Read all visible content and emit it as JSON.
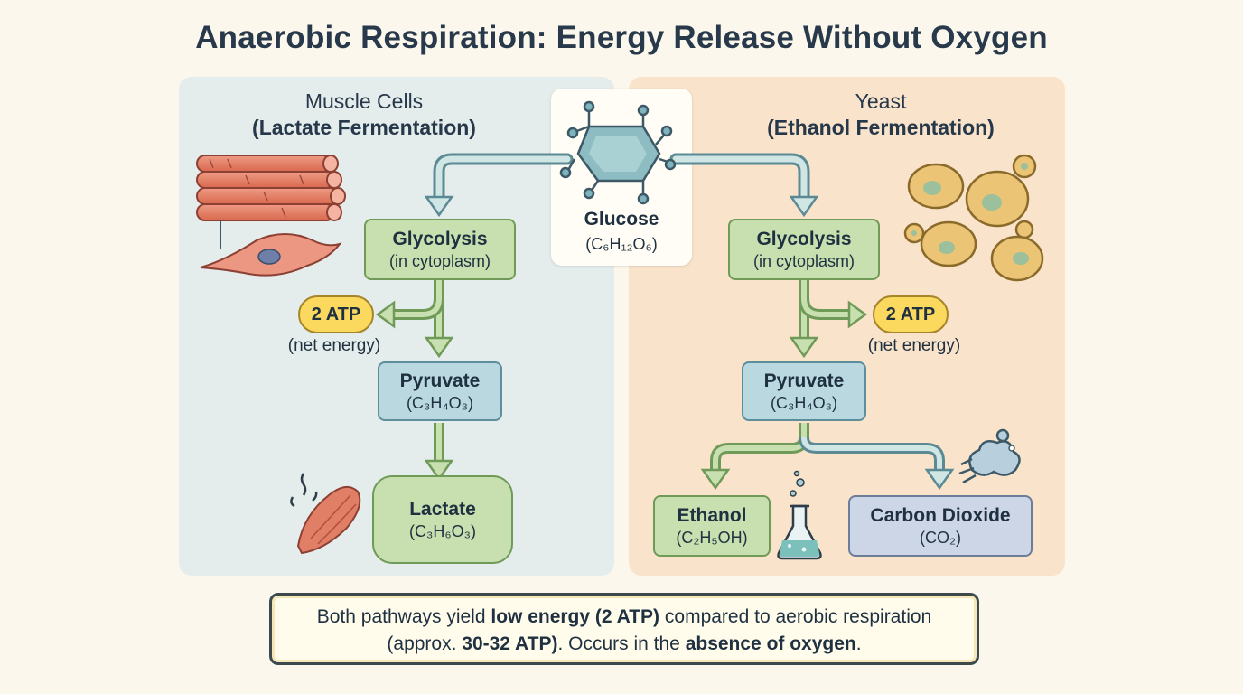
{
  "title": "Anaerobic Respiration: Energy Release Without Oxygen",
  "glucose": {
    "name": "Glucose",
    "formula": "(C₆H₁₂O₆)"
  },
  "left": {
    "title": "Muscle Cells",
    "subtitle": "(Lactate Fermentation)",
    "glycolysis": {
      "name": "Glycolysis",
      "note": "(in cytoplasm)"
    },
    "atp": {
      "label": "2 ATP",
      "note": "(net energy)"
    },
    "pyruvate": {
      "name": "Pyruvate",
      "formula": "(C₃H₄O₃)"
    },
    "product": {
      "name": "Lactate",
      "formula": "(C₃H₆O₃)"
    }
  },
  "right": {
    "title": "Yeast",
    "subtitle": "(Ethanol Fermentation)",
    "glycolysis": {
      "name": "Glycolysis",
      "note": "(in cytoplasm)"
    },
    "atp": {
      "label": "2 ATP",
      "note": "(net energy)"
    },
    "pyruvate": {
      "name": "Pyruvate",
      "formula": "(C₃H₄O₃)"
    },
    "product1": {
      "name": "Ethanol",
      "formula": "(C₂H₅OH)"
    },
    "product2": {
      "name": "Carbon Dioxide",
      "formula": "(CO₂)"
    }
  },
  "summary": {
    "t1": "Both pathways yield ",
    "b1": "low energy (2 ATP)",
    "t2": " compared to aerobic respiration",
    "t3": "(approx. ",
    "b2": "30-32 ATP)",
    "t4": ". Occurs in the ",
    "b3": "absence of oxygen",
    "t5": "."
  },
  "icons": [
    "muscle-fibers-icon",
    "muscle-cell-icon",
    "glucose-molecule-icon",
    "yeast-cells-icon",
    "sore-muscle-icon",
    "flask-icon",
    "gas-cloud-icon"
  ],
  "colors": {
    "muscle_panel": "#e4edec",
    "yeast_panel": "#f9e3cb",
    "glycolysis": "#c8e0b0",
    "pyruvate": "#b9d8df",
    "atp": "#fbd85e",
    "co2": "#ccd6e7"
  }
}
